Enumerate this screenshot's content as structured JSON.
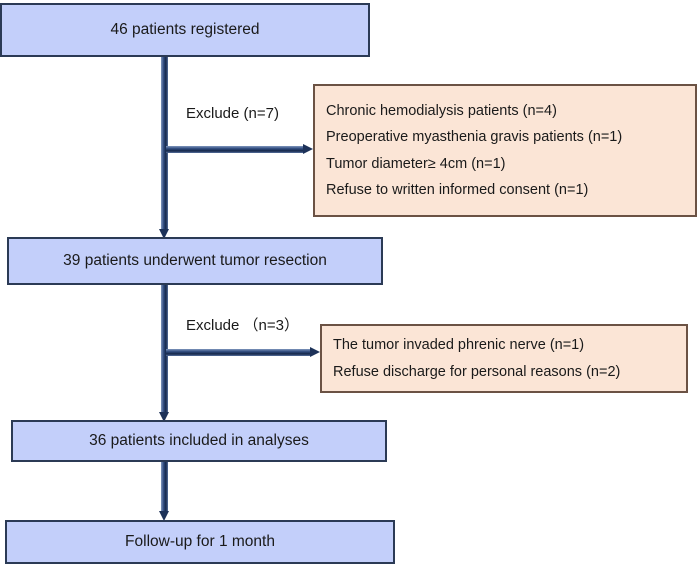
{
  "diagram": {
    "type": "patient-flow-diagram",
    "colors": {
      "primary_fill": "#C3CFFA",
      "primary_border": "#2B3A55",
      "exclusion_fill": "#FBE5D6",
      "exclusion_border": "#6B5244",
      "arrow": "#1D3259",
      "background": "#FFFFFF"
    },
    "nodes": [
      {
        "id": "registered",
        "label": "46 patients registered",
        "count": 46
      },
      {
        "id": "resection",
        "label": "39 patients underwent tumor resection",
        "count": 39
      },
      {
        "id": "analyses",
        "label": "36 patients included in analyses",
        "count": 36
      },
      {
        "id": "followup",
        "label": "Follow-up for 1 month",
        "count": null
      }
    ],
    "exclusions": [
      {
        "id": "exclusion-1",
        "edge_label": "Exclude (n=7)",
        "total": 7,
        "reasons": [
          {
            "text": "Chronic hemodialysis patients (n=4)",
            "n": 4
          },
          {
            "text": "Preoperative myasthenia gravis patients (n=1)",
            "n": 1
          },
          {
            "text": "Tumor diameter≥ 4cm (n=1)",
            "n": 1
          },
          {
            "text": "Refuse to written informed consent (n=1)",
            "n": 1
          }
        ]
      },
      {
        "id": "exclusion-2",
        "edge_label": "Exclude （n=3）",
        "total": 3,
        "reasons": [
          {
            "text": "The tumor invaded phrenic nerve (n=1)",
            "n": 1
          },
          {
            "text": "Refuse discharge for personal reasons (n=2)",
            "n": 2
          }
        ]
      }
    ]
  }
}
